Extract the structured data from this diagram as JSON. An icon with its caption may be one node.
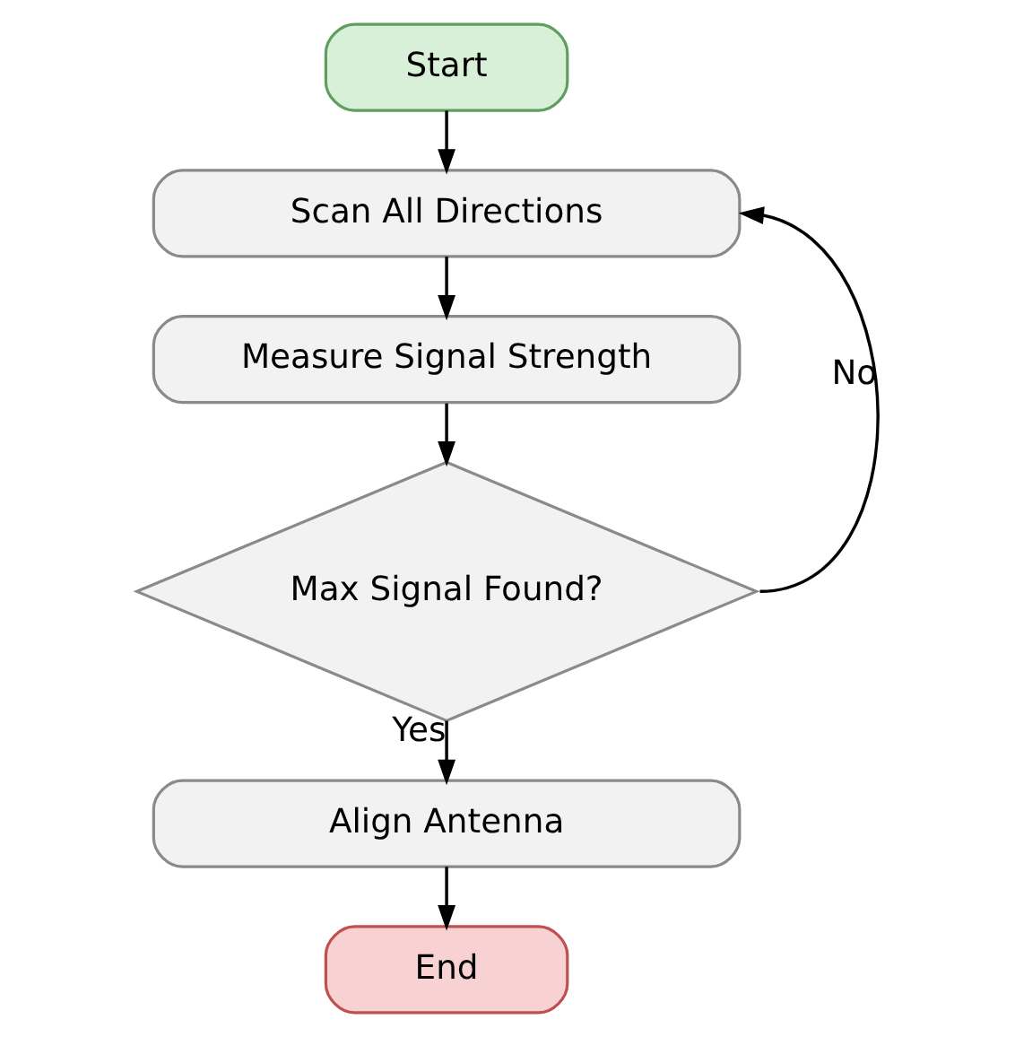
{
  "diagram": {
    "nodes": [
      {
        "text": [
          "Start"
        ]
      },
      {
        "text": [
          "Scan All Directions"
        ]
      },
      {
        "text": [
          "Measure Signal Strength"
        ]
      },
      {
        "text": [
          "Max Signal Found?"
        ]
      },
      {
        "text": [
          "Align Antenna"
        ]
      },
      {
        "text": [
          "End"
        ]
      }
    ],
    "edges": [
      {
        "from": 0,
        "to": 1,
        "arrow": "to"
      },
      {
        "from": 1,
        "to": 2,
        "arrow": "to"
      },
      {
        "from": 2,
        "to": 3,
        "arrow": "to"
      },
      {
        "from": 3,
        "to": 1,
        "arrow": "to",
        "label": "No"
      },
      {
        "from": 3,
        "to": 4,
        "arrow": "to",
        "label": "Yes"
      },
      {
        "from": 4,
        "to": 5,
        "arrow": "to"
      }
    ]
  }
}
